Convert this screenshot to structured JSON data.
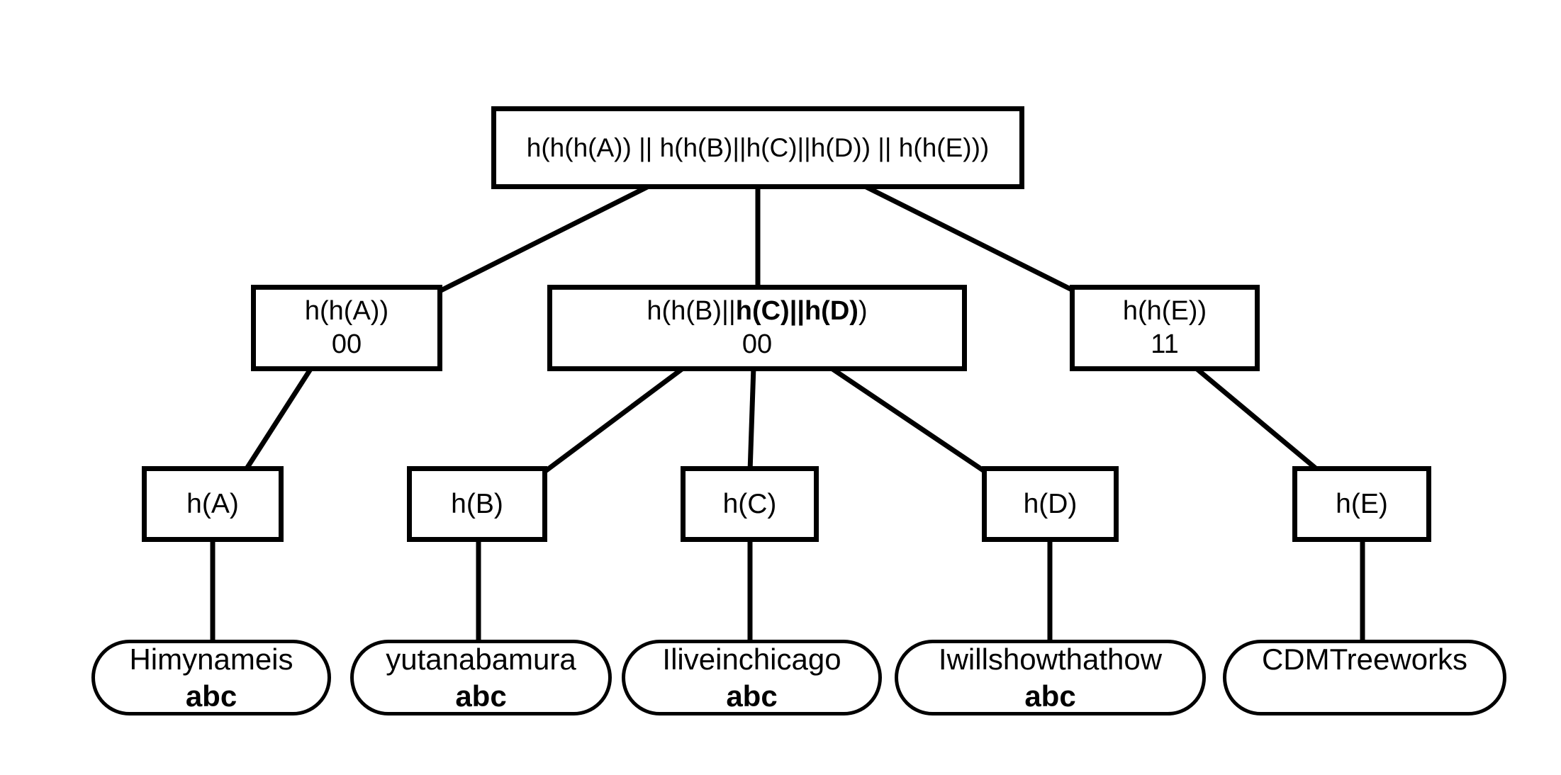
{
  "tree": {
    "root": {
      "label": "h(h(h(A)) || h(h(B)||h(C)||h(D)) || h(h(E)))"
    },
    "internal": [
      {
        "label": "h(h(A))",
        "value": "00"
      },
      {
        "label_prefix": "h(h(B)||",
        "label_bold": "h(C)||h(D)",
        "label_suffix": ")",
        "value": "00"
      },
      {
        "label": "h(h(E))",
        "value": "11"
      }
    ],
    "leaf_hashes": [
      {
        "label": "h(A)"
      },
      {
        "label": "h(B)"
      },
      {
        "label": "h(C)"
      },
      {
        "label": "h(D)"
      },
      {
        "label": "h(E)"
      }
    ],
    "data_blocks": [
      {
        "label": "Himynameis",
        "value": "abc"
      },
      {
        "label": "yutanabamura",
        "value": "abc"
      },
      {
        "label": "Iliveinchicago",
        "value": "abc"
      },
      {
        "label": "Iwillshowthathow",
        "value": "abc"
      },
      {
        "label": "CDMTreeworks",
        "value": ""
      }
    ],
    "colors": {
      "stroke": "#000000",
      "background": "#ffffff",
      "text": "#000000"
    }
  }
}
